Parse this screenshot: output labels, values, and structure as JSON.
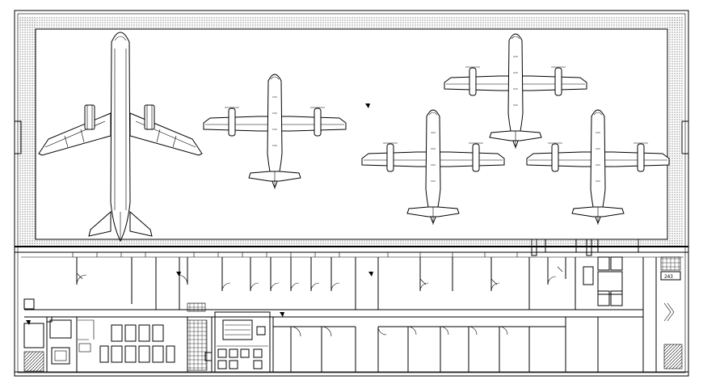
{
  "labels": {
    "stair_tag": "243"
  },
  "aircraft": [
    {
      "kind": "jetliner",
      "count": 1
    },
    {
      "kind": "turboprop",
      "count": 4
    }
  ],
  "colors": {
    "line": "#000000",
    "background": "#ffffff",
    "apron_fill": "#ffffff"
  }
}
